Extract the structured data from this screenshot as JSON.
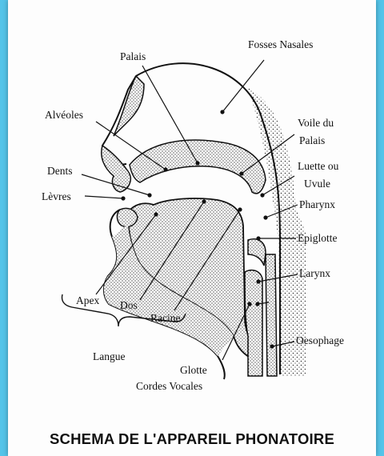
{
  "caption": "SCHEMA DE L'APPAREIL PHONATOIRE",
  "labels": {
    "fosses_nasales": "Fosses Nasales",
    "palais": "Palais",
    "alveoles": "Alvéoles",
    "voile_du": "Voile du",
    "voile_palais": "Palais",
    "dents": "Dents",
    "luette_ou": "Luette ou",
    "uvule": "Uvule",
    "levres": "Lèvres",
    "pharynx": "Pharynx",
    "epiglotte": "Epiglotte",
    "larynx": "Larynx",
    "apex": "Apex",
    "dos": "Dos",
    "racine": "Racine",
    "oesophage": "Oesophage",
    "langue": "Langue",
    "glotte": "Glotte",
    "cordes_vocales": "Cordes Vocales"
  },
  "colors": {
    "background": "#54c4e9",
    "panel": "#fdfdfd",
    "ink": "#111111"
  }
}
